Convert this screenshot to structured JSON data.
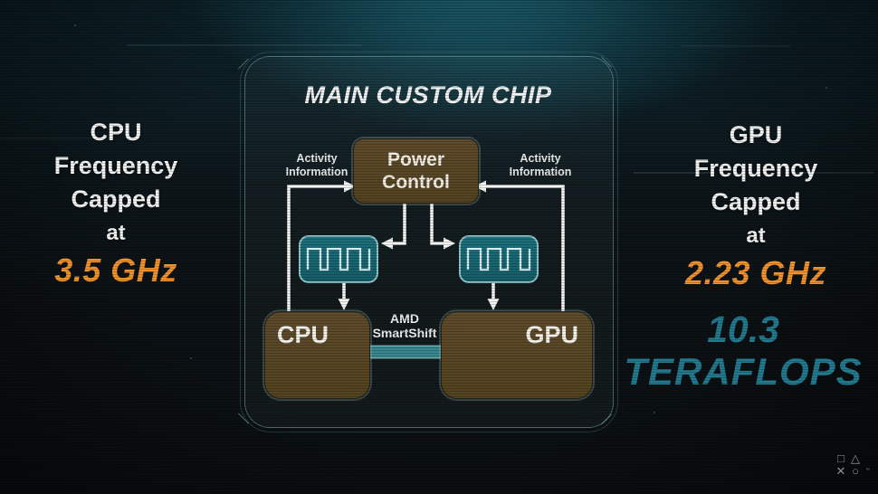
{
  "left_panel": {
    "line1": "CPU",
    "line2": "Frequency",
    "line3": "Capped",
    "line4": "at",
    "value": "3.5 GHz"
  },
  "right_panel": {
    "line1": "GPU",
    "line2": "Frequency",
    "line3": "Capped",
    "line4": "at",
    "value": "2.23 GHz",
    "tflops_line1": "10.3",
    "tflops_line2": "TERAFLOPS"
  },
  "diagram": {
    "title": "MAIN CUSTOM CHIP",
    "power_control_line1": "Power",
    "power_control_line2": "Control",
    "activity_left_line1": "Activity",
    "activity_left_line2": "Information",
    "activity_right_line1": "Activity",
    "activity_right_line2": "Information",
    "cpu_label": "CPU",
    "gpu_label": "GPU",
    "smartshift_line1": "AMD",
    "smartshift_line2": "SmartShift"
  },
  "branding": {
    "shape_square": "□",
    "shape_triangle": "△",
    "shape_cross": "✕",
    "shape_circle": "○"
  },
  "colors": {
    "accent_orange": "#f0922d",
    "accent_teal_text": "#22798d",
    "box_brown": "#5e4b2b",
    "box_teal_fill": "#1c707c",
    "box_teal_border": "#8fc5cb",
    "connector_white": "#f4f4f3",
    "background_glow": "#32aac0",
    "chip_border": "#78acac"
  }
}
